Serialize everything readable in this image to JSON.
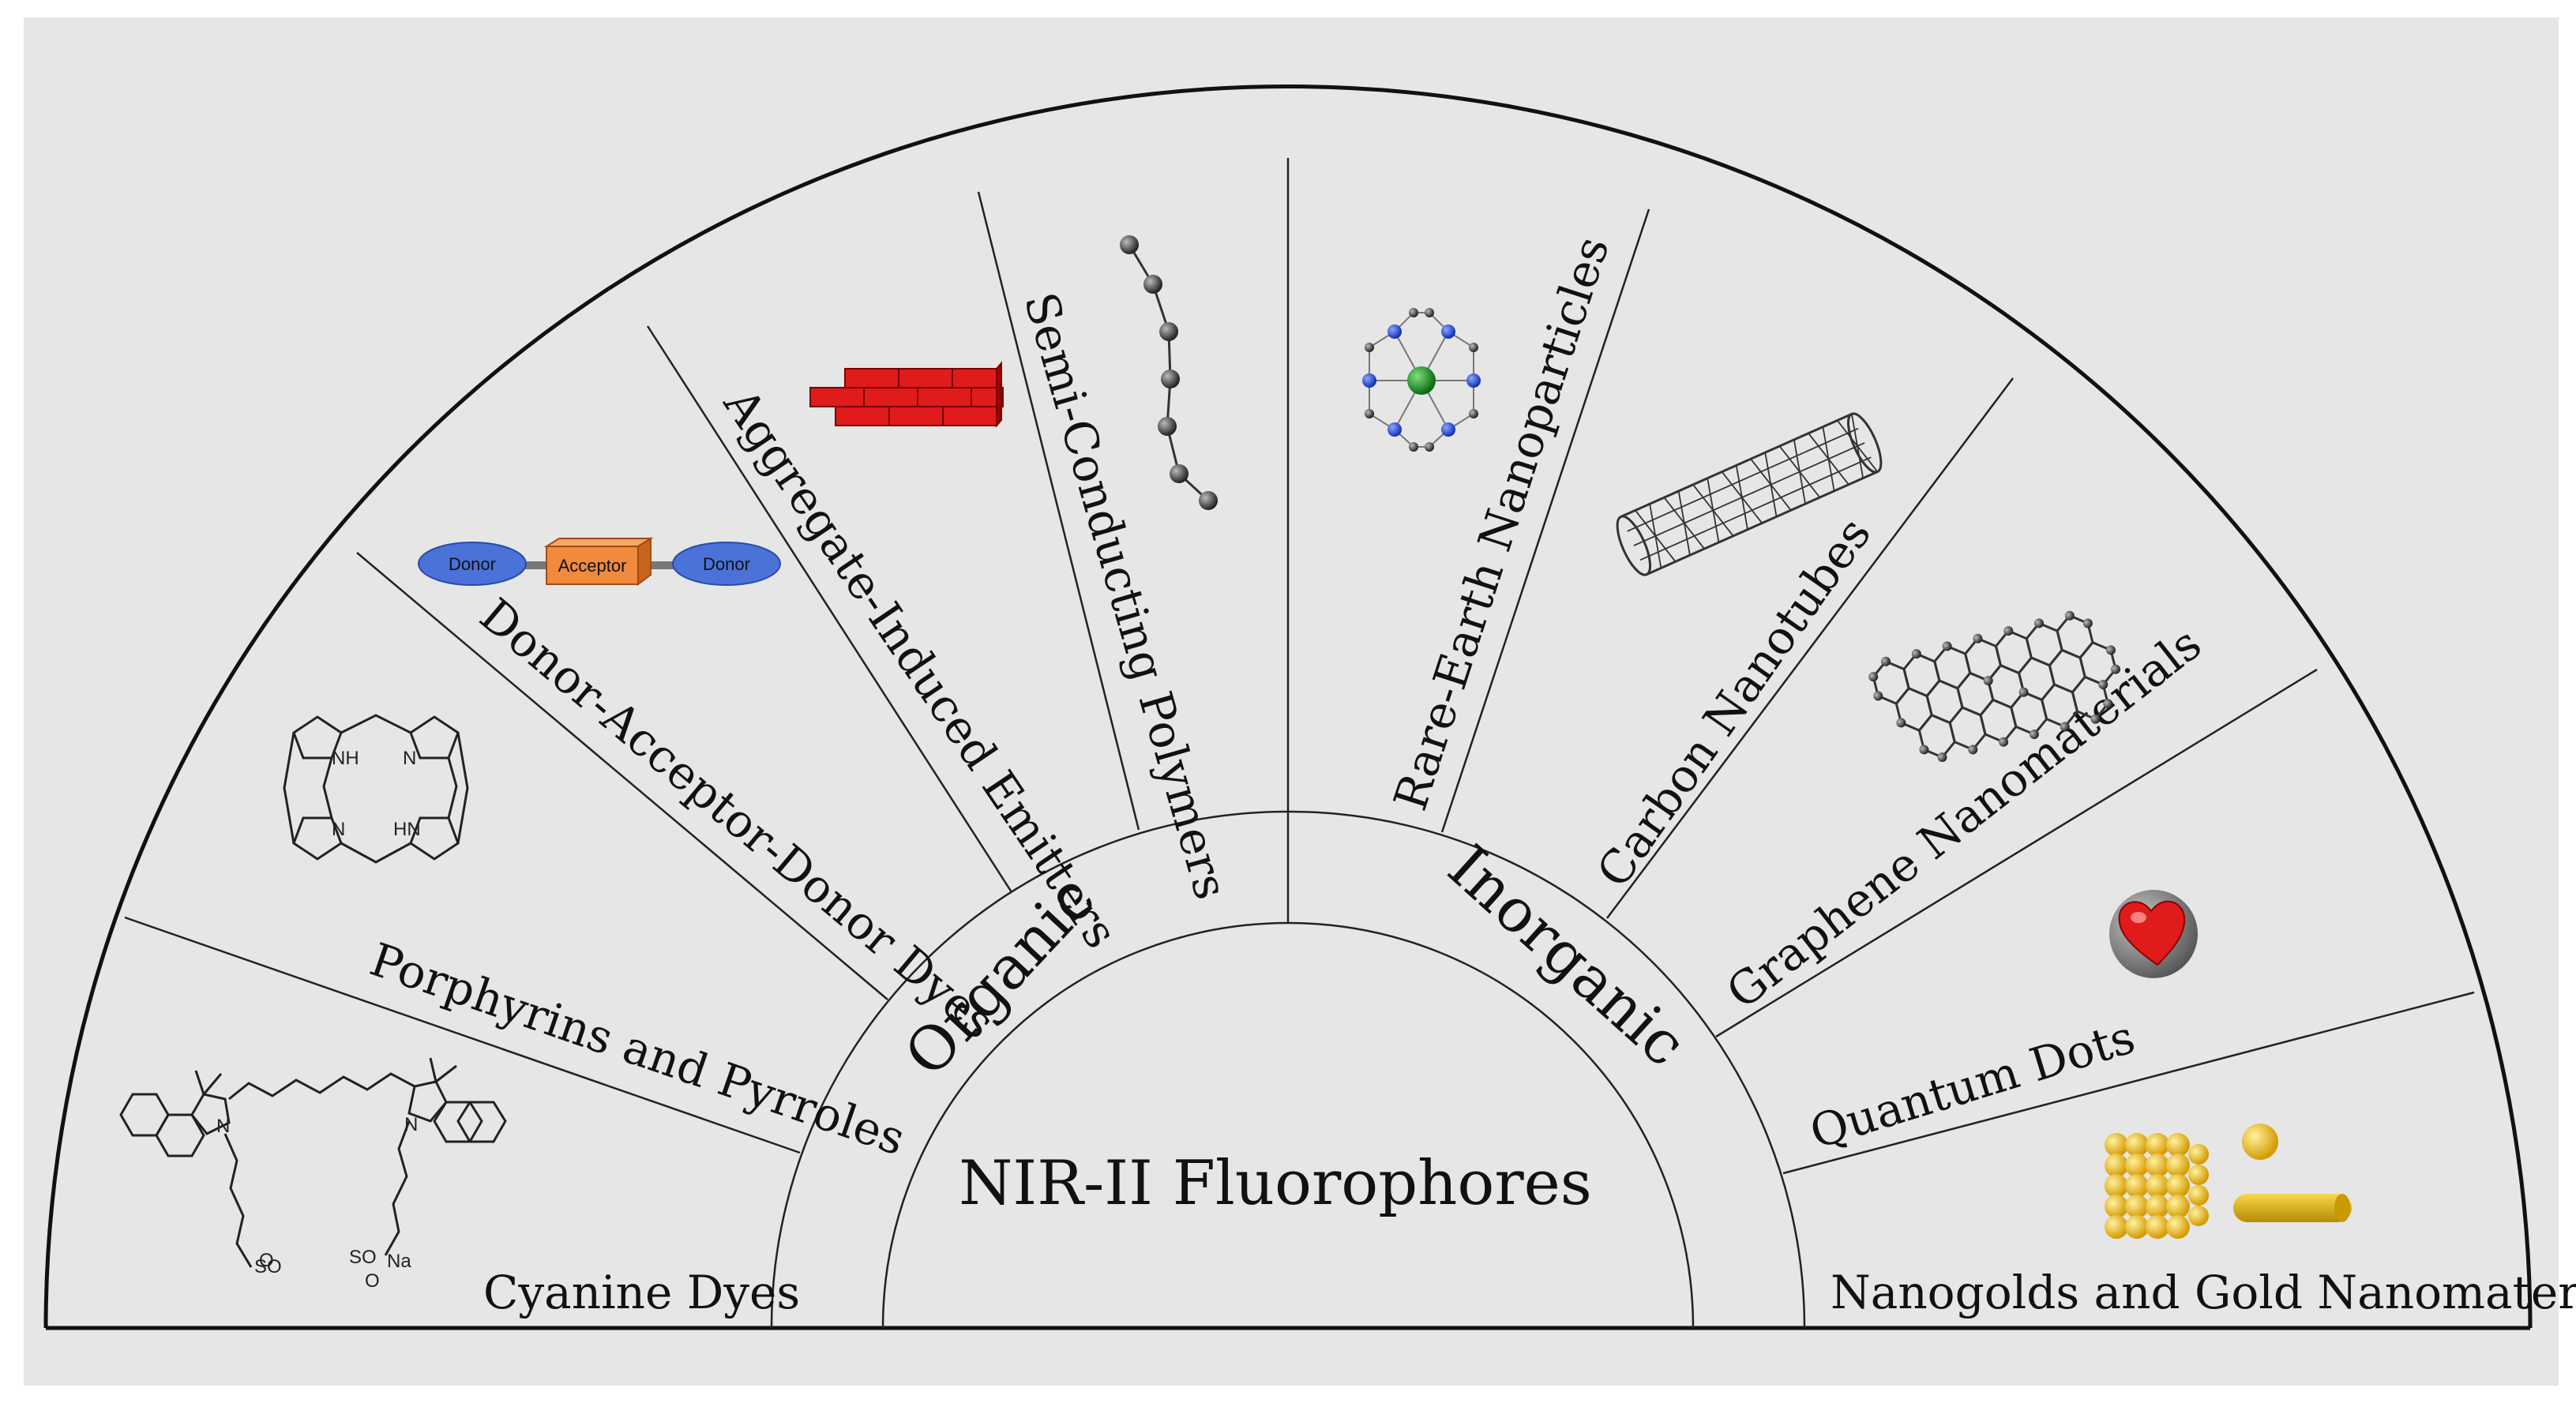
{
  "title": "NIR-II Fluorophores",
  "groups": {
    "organic": "Organic",
    "inorganic": "Inorganic"
  },
  "categories": {
    "cyanine": "Cyanine Dyes",
    "porphyrins": "Porphyrins and Pyrroles",
    "dad": "Donor-Acceptor-Donor Dyes",
    "aie": "Aggregate-Induced Emitters",
    "polymers": "Semi-Conducting Polymers",
    "rare_earth": "Rare-Earth Nanoparticles",
    "cnt": "Carbon Nanotubes",
    "graphene": "Graphene Nanomaterials",
    "qd": "Quantum Dots",
    "gold": "Nanogolds and Gold Nanomaterials"
  },
  "dad_icon": {
    "donor_left": "Donor",
    "acceptor": "Acceptor",
    "donor_right": "Donor"
  },
  "porphyrin_labels": {
    "nh_top": "NH",
    "n_top": "N",
    "n_bottom": "N",
    "hn_bottom": "HN"
  },
  "cyanine_labels": {
    "n_plus": "N",
    "n_right": "N",
    "so3_left": "SO",
    "o_left": "O",
    "so3_right": "SO",
    "o_right": "O",
    "na": "Na"
  },
  "colors": {
    "background": "#e6e6e6",
    "brick": "#e01b1b",
    "donor": "#4a72d8",
    "acceptor": "#f08a3c",
    "gold": "#f2c11a",
    "rare_earth_center": "#1a9a2a",
    "rare_earth_n": "#1f3fd6"
  }
}
